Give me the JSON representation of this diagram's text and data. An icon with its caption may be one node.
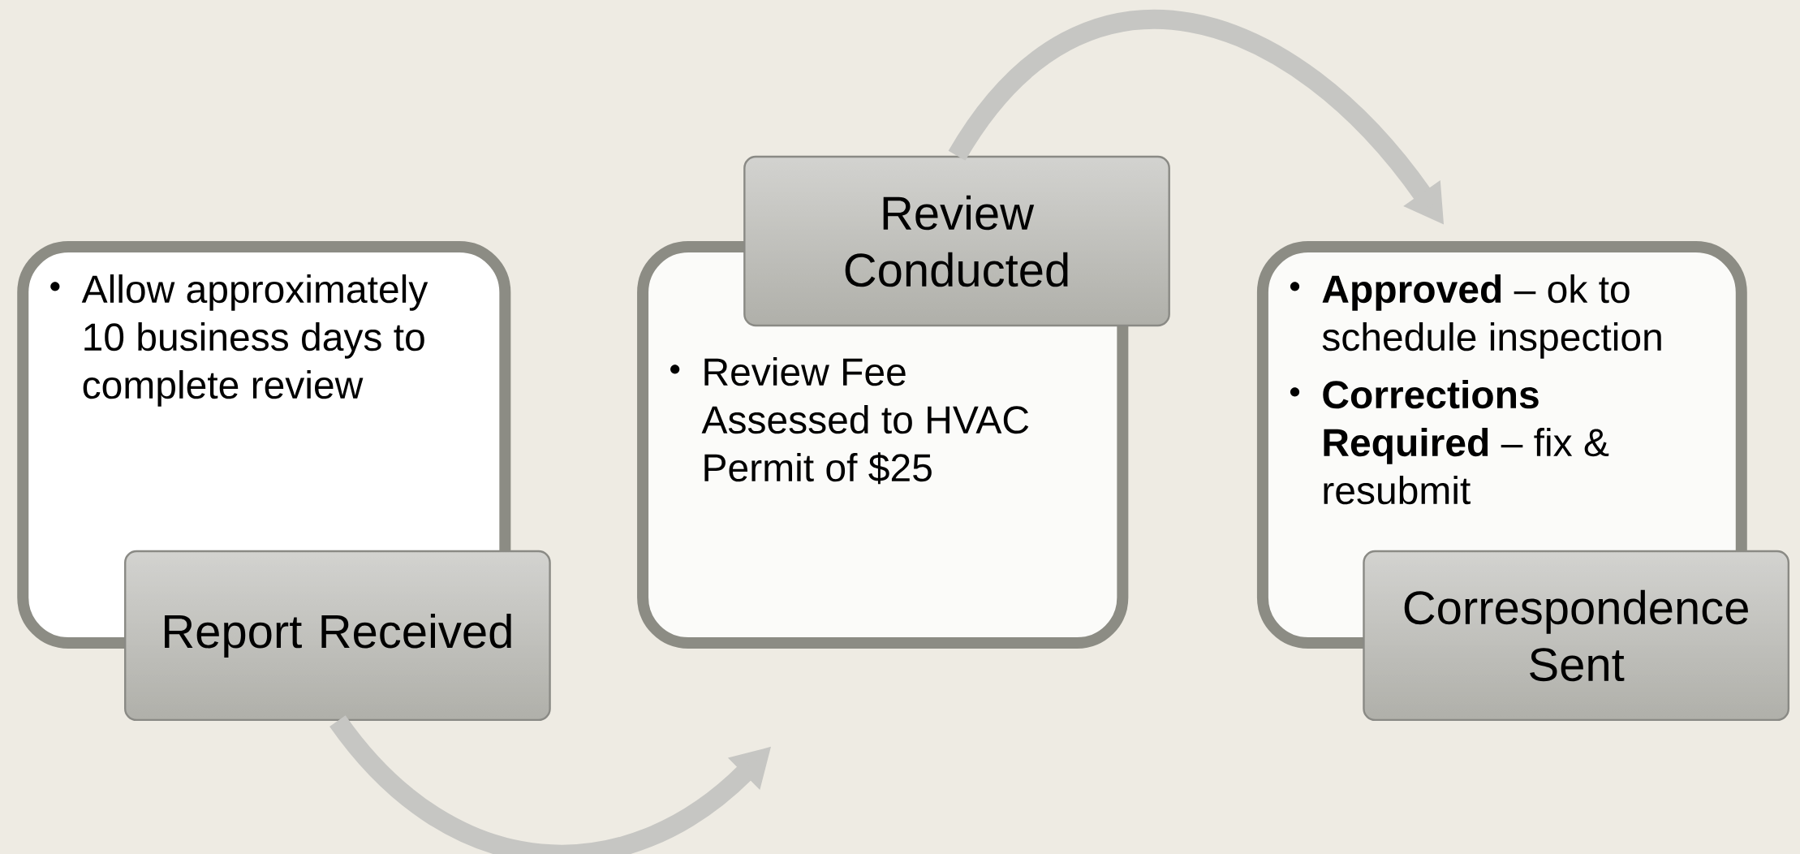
{
  "diagram": {
    "nodes": [
      {
        "text": [
          "Allow approximately 10 business days to complete review"
        ]
      },
      {
        "text": [
          "Report Received"
        ]
      },
      {
        "text": [
          "Review Conducted"
        ]
      },
      {
        "text": [
          "Review Fee Assessed to HVAC Permit of $25"
        ]
      },
      {
        "text": [
          "**Approved** – ok to schedule inspection",
          "**Corrections Required** – fix & resubmit"
        ]
      },
      {
        "text": [
          "Correspondence Sent"
        ]
      }
    ],
    "edges": [
      {
        "from": 1,
        "to": 3,
        "arrow": "to"
      },
      {
        "from": 2,
        "to": 4,
        "arrow": "to"
      }
    ]
  }
}
